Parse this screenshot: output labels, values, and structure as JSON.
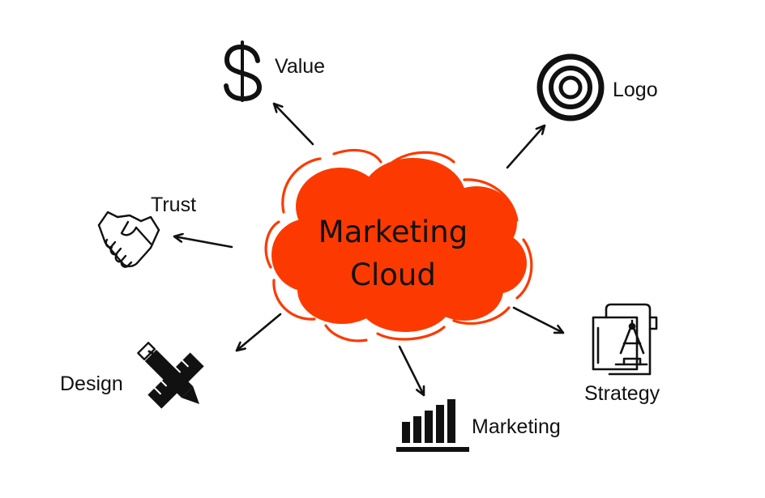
{
  "center": {
    "line1": "Marketing",
    "line2": "Cloud"
  },
  "nodes": [
    {
      "id": "value",
      "label": "Value",
      "icon": "dollar-icon"
    },
    {
      "id": "logo",
      "label": "Logo",
      "icon": "target-circles-icon"
    },
    {
      "id": "trust",
      "label": "Trust",
      "icon": "handshake-icon"
    },
    {
      "id": "design",
      "label": "Design",
      "icon": "pencil-ruler-icon"
    },
    {
      "id": "marketing",
      "label": "Marketing",
      "icon": "bar-chart-icon"
    },
    {
      "id": "strategy",
      "label": "Strategy",
      "icon": "blueprint-compass-icon"
    }
  ],
  "colors": {
    "cloud": "#fc3a00",
    "ink": "#111111",
    "background": "#ffffff"
  }
}
